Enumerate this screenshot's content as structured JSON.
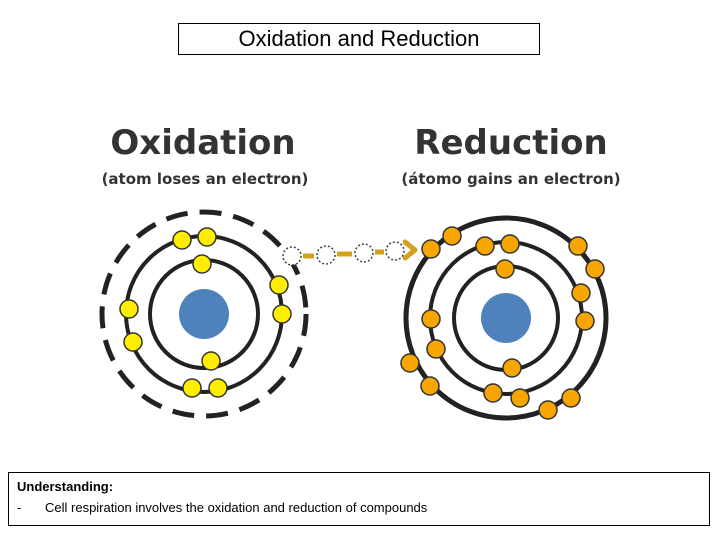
{
  "page_title": "Oxidation and Reduction",
  "diagram": {
    "left_heading": "Oxidation",
    "left_subheading": "(atom loses an electron)",
    "right_heading": "Reduction",
    "right_subheading": "(átomo gains an electron)",
    "colors": {
      "nucleus": "#4f81bd",
      "oxidation_electron": "#ffee00",
      "reduction_electron": "#f7a600",
      "arrow": "#d4a21a",
      "shell": "#222222"
    }
  },
  "understanding": {
    "heading": "Understanding:",
    "bullet_marker": "-",
    "point": "Cell respiration involves the oxidation and reduction of compounds"
  }
}
